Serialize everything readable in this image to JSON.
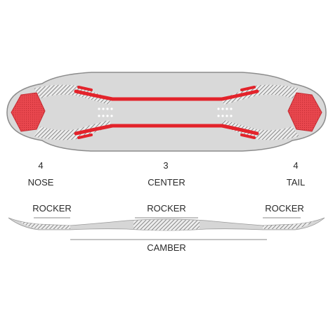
{
  "zones": [
    {
      "value": "4",
      "name": "NOSE"
    },
    {
      "value": "3",
      "name": "CENTER"
    },
    {
      "value": "4",
      "name": "TAIL"
    }
  ],
  "profile": {
    "labels": [
      "ROCKER",
      "ROCKER",
      "ROCKER"
    ],
    "bottom": "CAMBER"
  },
  "colors": {
    "base": "#d9d9d9",
    "outline": "#8c8c8c",
    "accent": "#e3232b",
    "hex_fill": "#e8474f",
    "hatch": "#6f6f6f",
    "text": "#2a2a2a"
  }
}
